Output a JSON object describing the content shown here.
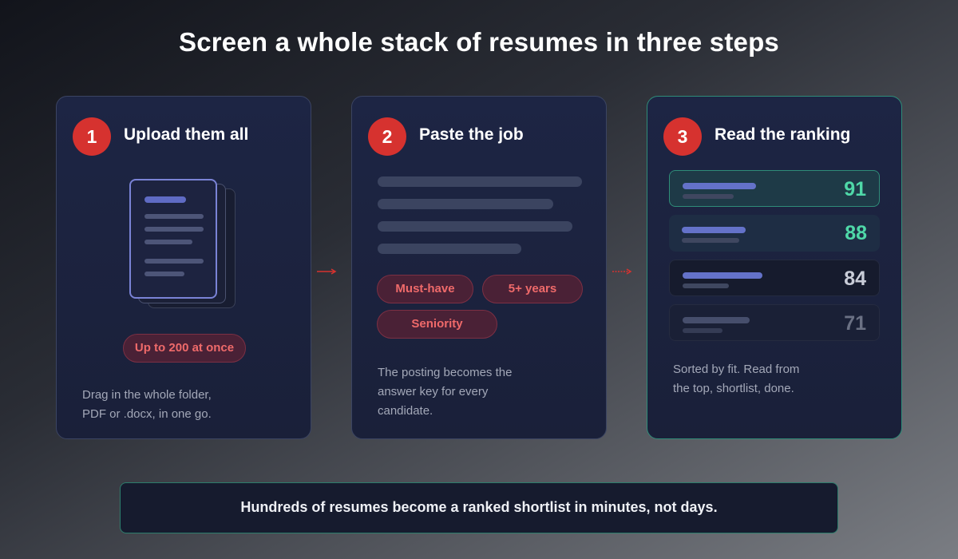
{
  "title": "Screen a whole stack of resumes in three steps",
  "steps": [
    {
      "number": "1",
      "title": "Upload them all",
      "pill": "Up to 200 at once",
      "desc_lines": [
        "Drag in the whole folder,",
        "PDF or .docx, in one go."
      ]
    },
    {
      "number": "2",
      "title": "Paste the job",
      "pills": [
        "Must-have",
        "5+ years",
        "Seniority"
      ],
      "desc_lines": [
        "The posting becomes the",
        "answer key for every",
        "candidate."
      ]
    },
    {
      "number": "3",
      "title": "Read the ranking",
      "scores": [
        "91",
        "88",
        "84",
        "71"
      ],
      "desc_lines": [
        "Sorted by fit. Read from",
        "the top, shortlist, done."
      ]
    }
  ],
  "footer": "Hundreds of resumes become a ranked shortlist in minutes, not days.",
  "colors": {
    "accent_red": "#d6322f",
    "accent_green": "#4fd8a8",
    "card_bg": "#1d2544"
  },
  "icons": [
    "document-stack-icon",
    "arrow-right-icon"
  ]
}
